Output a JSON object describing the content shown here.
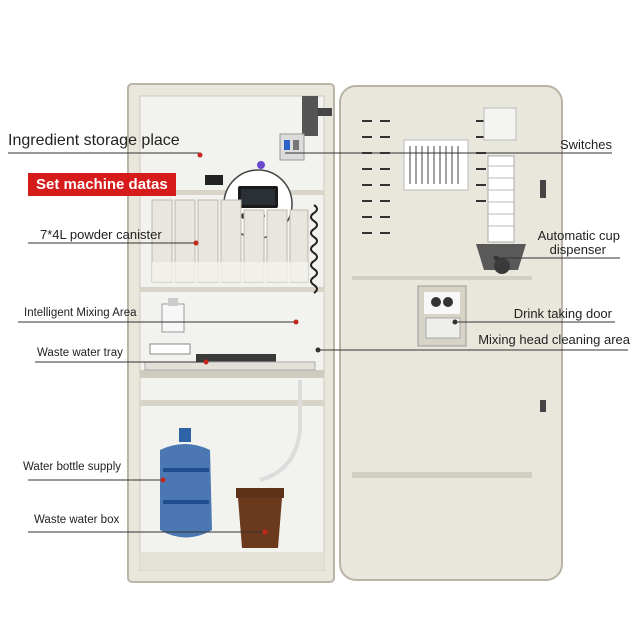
{
  "labels": {
    "ingredient_storage": "Ingredient storage place",
    "set_machine_datas": "Set machine datas",
    "powder_canister": "7*4L powder canister",
    "intelligent_mixing": "Intelligent Mixing Area",
    "waste_water_tray": "Waste water tray",
    "water_bottle_supply": "Water bottle supply",
    "waste_water_box": "Waste water box",
    "switches": "Switches",
    "automatic_cup_line1": "Automatic cup",
    "automatic_cup_line2": "dispenser",
    "drink_taking_door": "Drink taking door",
    "mixing_head_cleaning": "Mixing head cleaning area"
  },
  "colors": {
    "cabinet": "#e9e6dc",
    "cabinet_edge": "#b9b4a6",
    "interior": "#f2f2ef",
    "badge": "#d61b1b",
    "marker": "#c4281c",
    "water_bottle": "#2e63a8",
    "waste_box": "#6b3a1c"
  }
}
